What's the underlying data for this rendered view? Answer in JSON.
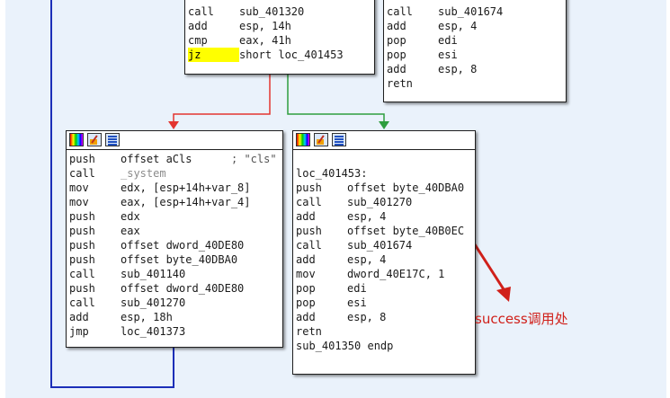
{
  "colors": {
    "background": "#eaf2fb",
    "false_branch": "#e3342f",
    "true_branch": "#2e9e3e",
    "jump_line": "#1c2fb8",
    "annotation": "#d0201a",
    "highlight": "#ffff00"
  },
  "header_icons": [
    "graph-color-icon",
    "edit-pencil-icon",
    "listing-icon"
  ],
  "top_left_block": {
    "lines": [
      {
        "mnemonic": "call",
        "operand": "sub_401320"
      },
      {
        "mnemonic": "add",
        "operand": "esp, 14h"
      },
      {
        "mnemonic": "cmp",
        "operand": "eax, 41h"
      },
      {
        "mnemonic": "jz",
        "operand": "short loc_401453",
        "highlight": true
      }
    ]
  },
  "top_right_block": {
    "lines": [
      {
        "mnemonic": "call",
        "operand": "sub_401674"
      },
      {
        "mnemonic": "add",
        "operand": "esp, 4"
      },
      {
        "mnemonic": "pop",
        "operand": "edi"
      },
      {
        "mnemonic": "pop",
        "operand": "esi"
      },
      {
        "mnemonic": "add",
        "operand": "esp, 8"
      },
      {
        "mnemonic": "retn",
        "operand": ""
      }
    ]
  },
  "fail_block": {
    "lines": [
      {
        "mnemonic": "push",
        "operand": "offset aCls",
        "comment": "; \"cls\""
      },
      {
        "mnemonic": "call",
        "operand": "_system"
      },
      {
        "mnemonic": "mov",
        "operand": "edx, [esp+14h+var_8]"
      },
      {
        "mnemonic": "mov",
        "operand": "eax, [esp+14h+var_4]"
      },
      {
        "mnemonic": "push",
        "operand": "edx"
      },
      {
        "mnemonic": "push",
        "operand": "eax"
      },
      {
        "mnemonic": "push",
        "operand": "offset dword_40DE80"
      },
      {
        "mnemonic": "push",
        "operand": "offset byte_40DBA0"
      },
      {
        "mnemonic": "call",
        "operand": "sub_401140"
      },
      {
        "mnemonic": "push",
        "operand": "offset dword_40DE80"
      },
      {
        "mnemonic": "call",
        "operand": "sub_401270"
      },
      {
        "mnemonic": "add",
        "operand": "esp, 18h"
      },
      {
        "mnemonic": "jmp",
        "operand": "loc_401373"
      }
    ]
  },
  "success_block": {
    "label": "loc_401453:",
    "lines": [
      {
        "mnemonic": "push",
        "operand": "offset byte_40DBA0"
      },
      {
        "mnemonic": "call",
        "operand": "sub_401270"
      },
      {
        "mnemonic": "add",
        "operand": "esp, 4"
      },
      {
        "mnemonic": "push",
        "operand": "offset byte_40B0EC"
      },
      {
        "mnemonic": "call",
        "operand": "sub_401674"
      },
      {
        "mnemonic": "add",
        "operand": "esp, 4"
      },
      {
        "mnemonic": "mov",
        "operand": "dword_40E17C, 1"
      },
      {
        "mnemonic": "pop",
        "operand": "edi"
      },
      {
        "mnemonic": "pop",
        "operand": "esi"
      },
      {
        "mnemonic": "add",
        "operand": "esp, 8"
      },
      {
        "mnemonic": "retn",
        "operand": ""
      }
    ],
    "footer": "sub_401350 endp"
  },
  "annotation": {
    "text": "success调用处"
  }
}
